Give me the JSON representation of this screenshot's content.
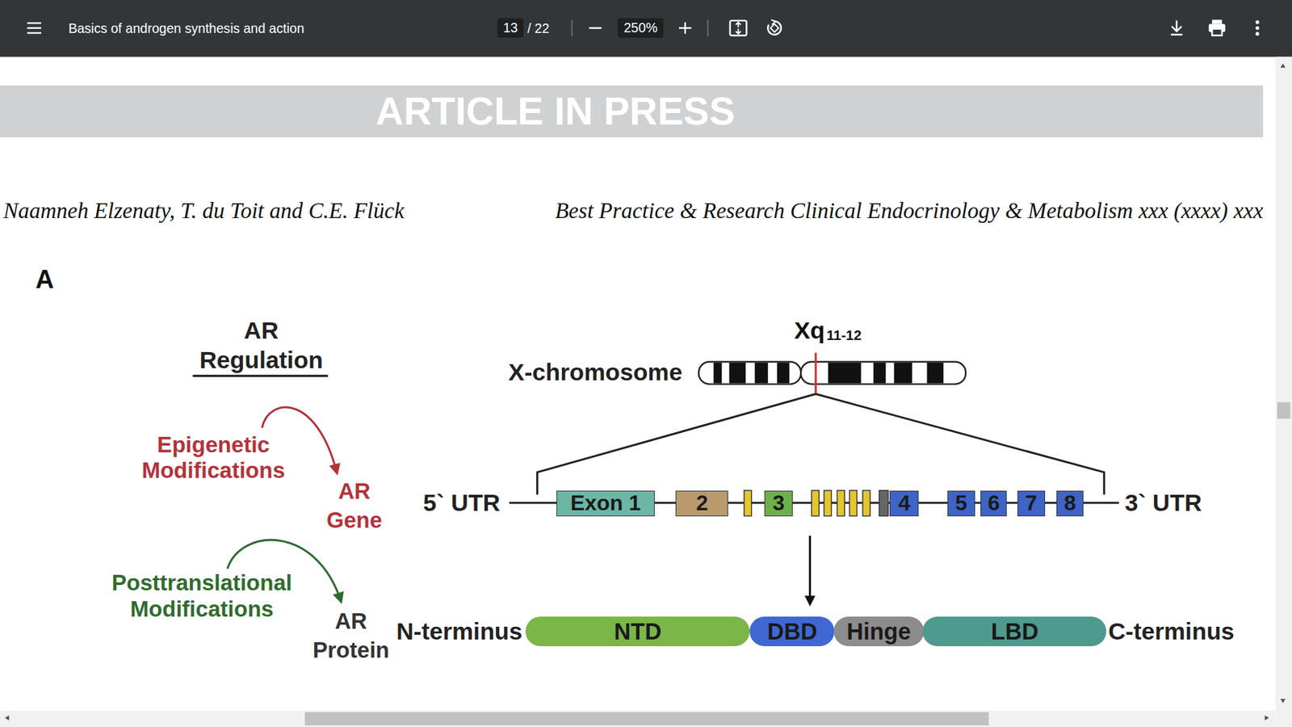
{
  "diagram": {
    "nodes": [
      {
        "text": [
          "13"
        ]
      },
      {
        "text": [
          "250%"
        ]
      },
      {
        "text": [
          "ARTICLE IN PRESS"
        ]
      },
      {
        "text": [
          "Exon 1"
        ]
      },
      {
        "text": [
          "2"
        ]
      },
      {
        "text": [
          "3"
        ]
      },
      {
        "text": [
          "4"
        ]
      },
      {
        "text": [
          "5"
        ]
      },
      {
        "text": [
          "6"
        ]
      },
      {
        "text": [
          "7"
        ]
      },
      {
        "text": [
          "8"
        ]
      },
      {
        "text": [
          "NTD"
        ]
      },
      {
        "text": [
          "DBD"
        ]
      },
      {
        "text": [
          "Hinge"
        ]
      },
      {
        "text": [
          "LBD"
        ]
      }
    ],
    "labels": [
      "Basics of androgen synthesis and action",
      "/ 22",
      "Naamneh Elzenaty, T. du Toit and C.E. Flück",
      "Best Practice & Research Clinical Endocrinology & Metabolism xxx (xxxx) xxx",
      "A",
      "AR Regulation",
      "Xq",
      "11-12",
      "X-chromosome",
      "Epigenetic Modifications",
      "AR Gene",
      "5` UTR",
      "3` UTR",
      "Posttranslational Modifications",
      "AR Protein",
      "N-terminus",
      "C-terminus"
    ]
  }
}
